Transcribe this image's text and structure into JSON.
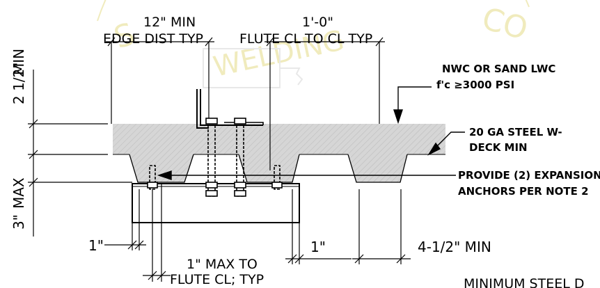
{
  "watermark": {
    "text": "STRUCTURAL WELDING CODE",
    "color": "#efe9b6"
  },
  "dimensions": {
    "edge_dist_line1": "12\" MIN",
    "edge_dist_line2": "EDGE DIST TYP",
    "flute_spacing_line1": "1'-0\"",
    "flute_spacing_line2": "FLUTE CL TO CL TYP",
    "slab_thickness_value": "2 1/2\"",
    "slab_thickness_min": "MIN",
    "deck_depth_value": "3\"",
    "deck_depth_max": "MAX",
    "left_offset": "1\"",
    "right_offset": "1\"",
    "flute_bottom_width": "4-1/2\" MIN",
    "max_to_flute_line1": "1\" MAX TO",
    "max_to_flute_line2": "FLUTE CL; TYP"
  },
  "callouts": {
    "concrete_line1": "NWC OR SAND LWC",
    "concrete_line2": "f'c ≥3000 PSI",
    "deck_line1": "20 GA STEEL W-",
    "deck_line2": "DECK MIN",
    "anchor_line1": "PROVIDE (2) EXPANSION",
    "anchor_line2": "ANCHORS PER NOTE 2"
  },
  "footer": {
    "title_fragment": "MINIMUM STEEL D"
  },
  "colors": {
    "ink": "#000000",
    "concrete_fill": "#d6d6d6",
    "hatch": "#b8b8b8"
  }
}
